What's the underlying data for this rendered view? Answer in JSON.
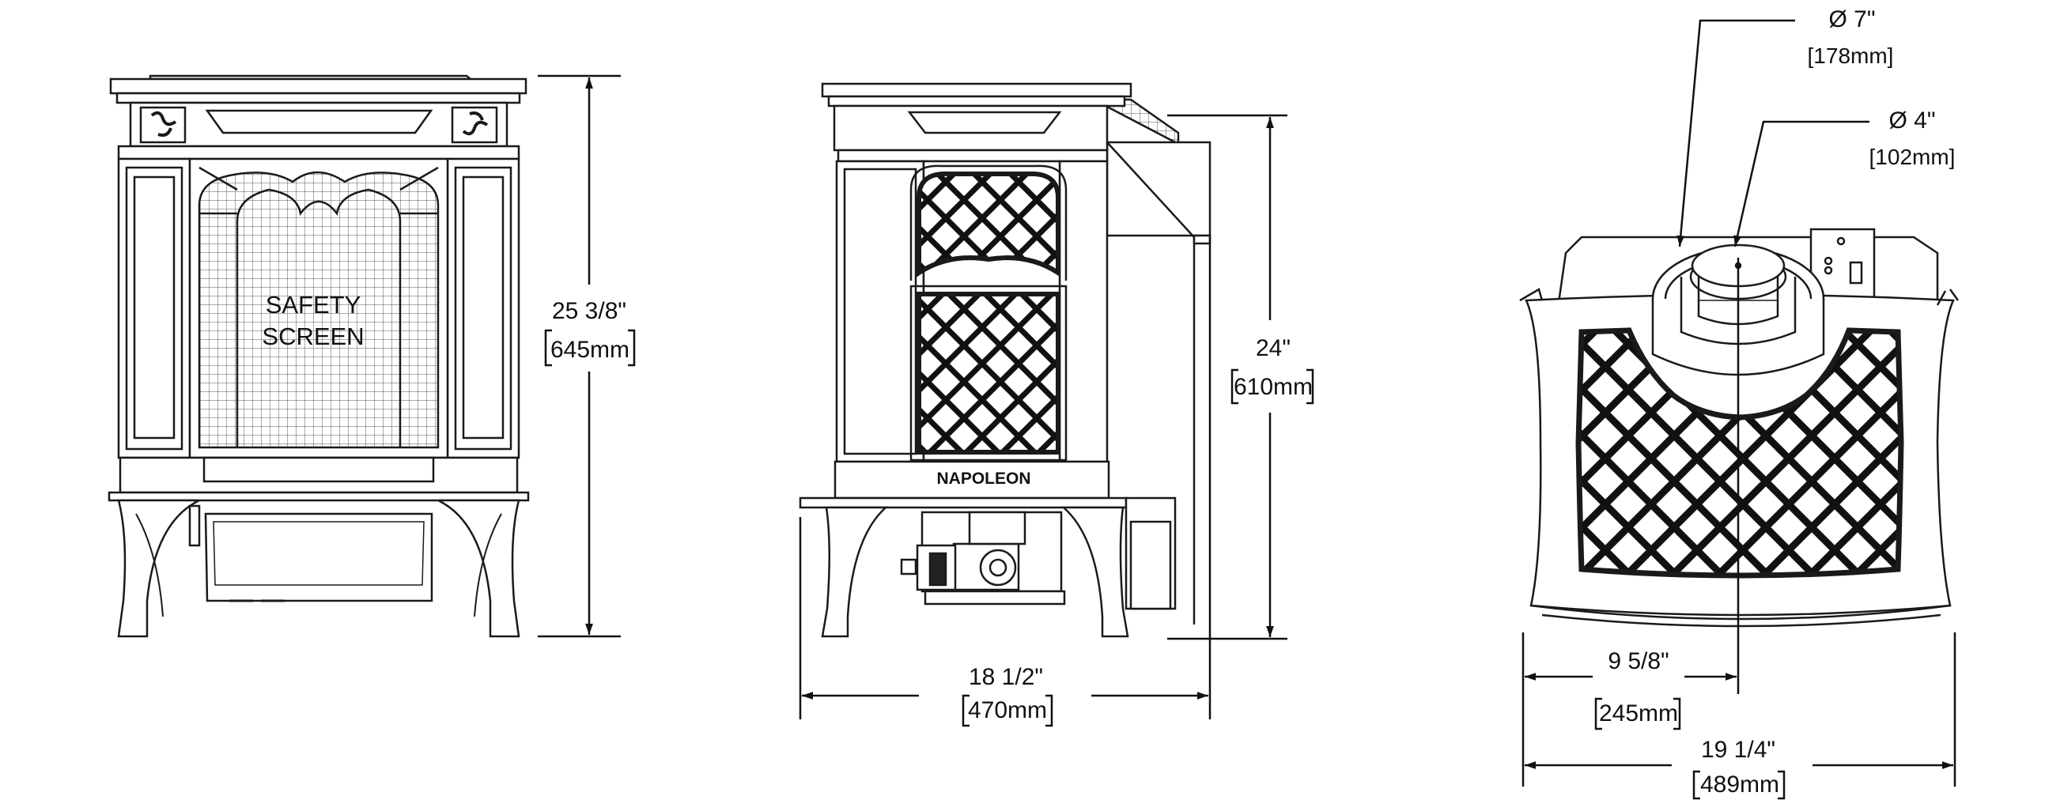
{
  "front_view": {
    "screen_label_line1": "SAFETY",
    "screen_label_line2": "SCREEN",
    "height_dim": {
      "imperial": "25 3/8\"",
      "metric": "645mm"
    }
  },
  "side_view": {
    "brand": "NAPOLEON",
    "height_dim": {
      "imperial": "24\"",
      "metric": "610mm"
    },
    "depth_dim": {
      "imperial": "18 1/2\"",
      "metric": "470mm"
    }
  },
  "top_view": {
    "outer_pipe": {
      "imperial": "Ø 7\"",
      "metric": "[178mm]"
    },
    "inner_pipe": {
      "imperial": "Ø 4\"",
      "metric": "[102mm]"
    },
    "center_dim": {
      "imperial": "9 5/8\"",
      "metric": "245mm"
    },
    "width_dim": {
      "imperial": "19 1/4\"",
      "metric": "489mm"
    }
  },
  "colors": {
    "line": "#1a1a1a",
    "background": "#ffffff"
  }
}
